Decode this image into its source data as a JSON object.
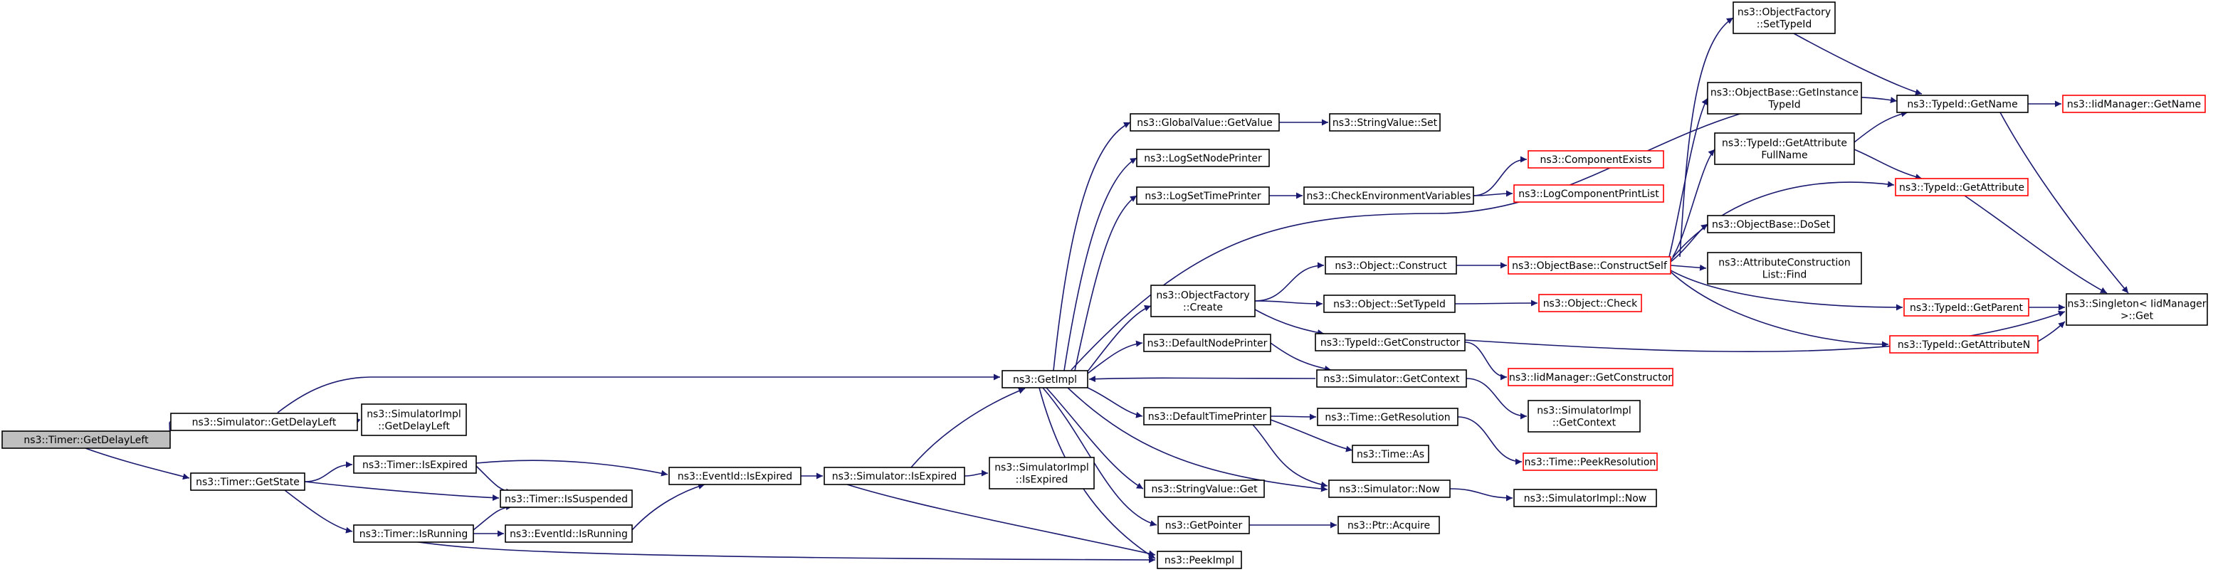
{
  "colors": {
    "edge": "#191970",
    "external_border": "#ff0000",
    "root_fill": "#bfbfbf",
    "node_border": "#000000"
  },
  "nodes": {
    "n0": {
      "lines": [
        "ns3::Timer::GetDelayLeft"
      ],
      "style": "root"
    },
    "n1": {
      "lines": [
        "ns3::Simulator::GetDelayLeft"
      ],
      "style": "normal"
    },
    "n2": {
      "lines": [
        "ns3::Timer::GetState"
      ],
      "style": "normal"
    },
    "n3": {
      "lines": [
        "ns3::SimulatorImpl",
        "::GetDelayLeft"
      ],
      "style": "normal"
    },
    "n4": {
      "lines": [
        "ns3::GetImpl"
      ],
      "style": "normal"
    },
    "n5": {
      "lines": [
        "ns3::Timer::IsExpired"
      ],
      "style": "normal"
    },
    "n6": {
      "lines": [
        "ns3::Timer::IsSuspended"
      ],
      "style": "normal"
    },
    "n7": {
      "lines": [
        "ns3::Timer::IsRunning"
      ],
      "style": "normal"
    },
    "n8": {
      "lines": [
        "ns3::EventId::IsExpired"
      ],
      "style": "normal"
    },
    "n9": {
      "lines": [
        "ns3::EventId::IsRunning"
      ],
      "style": "normal"
    },
    "n10": {
      "lines": [
        "ns3::Simulator::IsExpired"
      ],
      "style": "normal"
    },
    "n11": {
      "lines": [
        "ns3::SimulatorImpl",
        "::IsExpired"
      ],
      "style": "normal"
    },
    "n12": {
      "lines": [
        "ns3::PeekImpl"
      ],
      "style": "normal"
    },
    "n13": {
      "lines": [
        "ns3::GlobalValue::GetValue"
      ],
      "style": "normal"
    },
    "n14": {
      "lines": [
        "ns3::StringValue::Set"
      ],
      "style": "normal"
    },
    "n15": {
      "lines": [
        "ns3::LogSetNodePrinter"
      ],
      "style": "normal"
    },
    "n16": {
      "lines": [
        "ns3::LogSetTimePrinter"
      ],
      "style": "normal"
    },
    "n17": {
      "lines": [
        "ns3::CheckEnvironmentVariables"
      ],
      "style": "normal"
    },
    "n18": {
      "lines": [
        "ns3::ComponentExists"
      ],
      "style": "red"
    },
    "n19": {
      "lines": [
        "ns3::LogComponentPrintList"
      ],
      "style": "red"
    },
    "n20": {
      "lines": [
        "ns3::ObjectFactory",
        "::Create"
      ],
      "style": "normal"
    },
    "n21": {
      "lines": [
        "ns3::Object::Construct"
      ],
      "style": "normal"
    },
    "n22": {
      "lines": [
        "ns3::ObjectBase::ConstructSelf"
      ],
      "style": "red"
    },
    "n23": {
      "lines": [
        "ns3::Object::SetTypeId"
      ],
      "style": "normal"
    },
    "n24": {
      "lines": [
        "ns3::Object::Check"
      ],
      "style": "red"
    },
    "n25": {
      "lines": [
        "ns3::TypeId::GetConstructor"
      ],
      "style": "normal"
    },
    "n26": {
      "lines": [
        "ns3::IidManager::GetConstructor"
      ],
      "style": "red"
    },
    "n27": {
      "lines": [
        "ns3::Singleton< IidManager",
        " >::Get"
      ],
      "style": "normal"
    },
    "n28": {
      "lines": [
        "ns3::DefaultNodePrinter"
      ],
      "style": "normal"
    },
    "n29": {
      "lines": [
        "ns3::Simulator::GetContext"
      ],
      "style": "normal"
    },
    "n30": {
      "lines": [
        "ns3::SimulatorImpl",
        "::GetContext"
      ],
      "style": "normal"
    },
    "n31": {
      "lines": [
        "ns3::DefaultTimePrinter"
      ],
      "style": "normal"
    },
    "n32": {
      "lines": [
        "ns3::Time::GetResolution"
      ],
      "style": "normal"
    },
    "n33": {
      "lines": [
        "ns3::Time::PeekResolution"
      ],
      "style": "red"
    },
    "n34": {
      "lines": [
        "ns3::Time::As"
      ],
      "style": "normal"
    },
    "n35": {
      "lines": [
        "ns3::Simulator::Now"
      ],
      "style": "normal"
    },
    "n36": {
      "lines": [
        "ns3::SimulatorImpl::Now"
      ],
      "style": "normal"
    },
    "n37": {
      "lines": [
        "ns3::StringValue::Get"
      ],
      "style": "normal"
    },
    "n38": {
      "lines": [
        "ns3::GetPointer"
      ],
      "style": "normal"
    },
    "n39": {
      "lines": [
        "ns3::Ptr::Acquire"
      ],
      "style": "normal"
    },
    "n40": {
      "lines": [
        "ns3::ObjectFactory",
        "::SetTypeId"
      ],
      "style": "normal"
    },
    "n41": {
      "lines": [
        "ns3::ObjectBase::GetInstance",
        "TypeId"
      ],
      "style": "normal"
    },
    "n42": {
      "lines": [
        "ns3::TypeId::GetAttribute",
        "FullName"
      ],
      "style": "normal"
    },
    "n43": {
      "lines": [
        "ns3::ObjectBase::DoSet"
      ],
      "style": "normal"
    },
    "n44": {
      "lines": [
        "ns3::AttributeConstruction",
        "List::Find"
      ],
      "style": "normal"
    },
    "n45": {
      "lines": [
        "ns3::TypeId::GetName"
      ],
      "style": "normal"
    },
    "n46": {
      "lines": [
        "ns3::IidManager::GetName"
      ],
      "style": "red"
    },
    "n47": {
      "lines": [
        "ns3::TypeId::GetAttribute"
      ],
      "style": "red"
    },
    "n48": {
      "lines": [
        "ns3::TypeId::GetParent"
      ],
      "style": "red"
    },
    "n49": {
      "lines": [
        "ns3::TypeId::GetAttributeN"
      ],
      "style": "red"
    }
  },
  "edges": [
    [
      "n0",
      "n1"
    ],
    [
      "n0",
      "n2"
    ],
    [
      "n1",
      "n3"
    ],
    [
      "n1",
      "n4"
    ],
    [
      "n2",
      "n5"
    ],
    [
      "n2",
      "n6"
    ],
    [
      "n2",
      "n7"
    ],
    [
      "n5",
      "n6"
    ],
    [
      "n5",
      "n8"
    ],
    [
      "n7",
      "n6"
    ],
    [
      "n7",
      "n9"
    ],
    [
      "n9",
      "n8"
    ],
    [
      "n8",
      "n10"
    ],
    [
      "n10",
      "n11"
    ],
    [
      "n10",
      "n4"
    ],
    [
      "n10",
      "n12"
    ],
    [
      "n7",
      "n12"
    ],
    [
      "n4",
      "n13"
    ],
    [
      "n13",
      "n14"
    ],
    [
      "n4",
      "n15"
    ],
    [
      "n4",
      "n16"
    ],
    [
      "n16",
      "n17"
    ],
    [
      "n17",
      "n18"
    ],
    [
      "n17",
      "n19"
    ],
    [
      "n4",
      "n20"
    ],
    [
      "n20",
      "n21"
    ],
    [
      "n20",
      "n23"
    ],
    [
      "n20",
      "n25"
    ],
    [
      "n21",
      "n22"
    ],
    [
      "n23",
      "n24"
    ],
    [
      "n25",
      "n26"
    ],
    [
      "n25",
      "n27"
    ],
    [
      "n4",
      "n28"
    ],
    [
      "n28",
      "n29"
    ],
    [
      "n29",
      "n4"
    ],
    [
      "n29",
      "n30"
    ],
    [
      "n4",
      "n31"
    ],
    [
      "n31",
      "n32"
    ],
    [
      "n31",
      "n34"
    ],
    [
      "n31",
      "n35"
    ],
    [
      "n32",
      "n33"
    ],
    [
      "n4",
      "n35"
    ],
    [
      "n35",
      "n36"
    ],
    [
      "n4",
      "n37"
    ],
    [
      "n4",
      "n38"
    ],
    [
      "n38",
      "n39"
    ],
    [
      "n4",
      "n12"
    ],
    [
      "n4",
      "n45"
    ],
    [
      "n22",
      "n40"
    ],
    [
      "n22",
      "n41"
    ],
    [
      "n22",
      "n42"
    ],
    [
      "n22",
      "n43"
    ],
    [
      "n22",
      "n44"
    ],
    [
      "n22",
      "n47"
    ],
    [
      "n22",
      "n48"
    ],
    [
      "n22",
      "n49"
    ],
    [
      "n40",
      "n45"
    ],
    [
      "n42",
      "n45"
    ],
    [
      "n42",
      "n47"
    ],
    [
      "n45",
      "n46"
    ],
    [
      "n45",
      "n27"
    ],
    [
      "n47",
      "n27"
    ],
    [
      "n48",
      "n27"
    ],
    [
      "n49",
      "n27"
    ]
  ]
}
